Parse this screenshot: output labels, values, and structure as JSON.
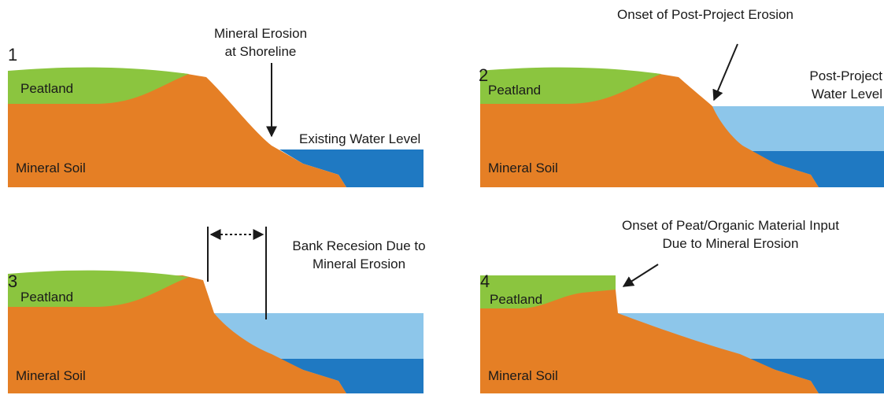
{
  "colors": {
    "peat": "#8bc53f",
    "mineral_soil": "#e57f25",
    "shallow_water": "#8dc6ea",
    "deep_water": "#1f79c2",
    "line": "#1a1a1a"
  },
  "panels": [
    {
      "number": "1",
      "peat_label": "Peatland",
      "soil_label": "Mineral Soil",
      "annotations": [
        "Mineral Erosion",
        "at Shoreline",
        "Existing Water Level"
      ]
    },
    {
      "number": "2",
      "peat_label": "Peatland",
      "soil_label": "Mineral Soil",
      "annotations": [
        "Onset of Post-Project Erosion",
        "Post-Project",
        "Water Level"
      ]
    },
    {
      "number": "3",
      "peat_label": "Peatland",
      "soil_label": "Mineral Soil",
      "annotations": [
        "Bank Recesion Due to",
        "Mineral Erosion"
      ]
    },
    {
      "number": "4",
      "peat_label": "Peatland",
      "soil_label": "Mineral Soil",
      "annotations": [
        "Onset of Peat/Organic Material Input",
        "Due to Mineral Erosion"
      ]
    }
  ]
}
